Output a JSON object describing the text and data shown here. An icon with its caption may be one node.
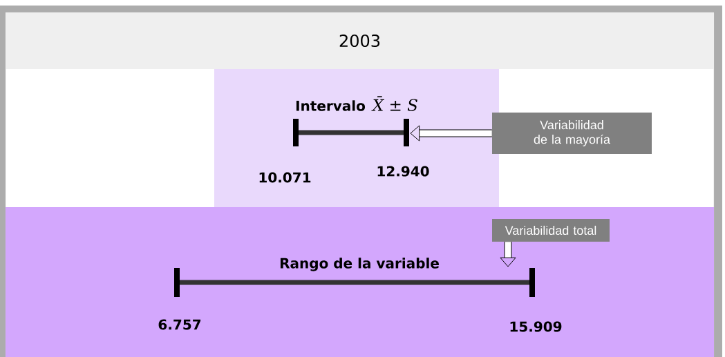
{
  "diagram": {
    "nodes": [
      {
        "text": [
          "2003"
        ]
      },
      {
        "text": [
          "Intervalo",
          "X̄ ± S"
        ]
      },
      {
        "text": [],
        "shape": "bar",
        "in": 1
      },
      {
        "text": [
          "Variabilidad de la mayoría"
        ]
      },
      {
        "text": [
          "Rango de la variable"
        ]
      },
      {
        "text": [
          "Variabilidad total"
        ],
        "in": 4
      },
      {
        "text": [],
        "shape": "bar",
        "in": 4
      }
    ],
    "edges": [
      {
        "from": 3,
        "to": 2,
        "arrow": "to"
      },
      {
        "from": 5,
        "to": 6,
        "arrow": "to"
      }
    ],
    "labels": [
      "10.071",
      "12.940",
      "6.757",
      "15.909"
    ]
  }
}
